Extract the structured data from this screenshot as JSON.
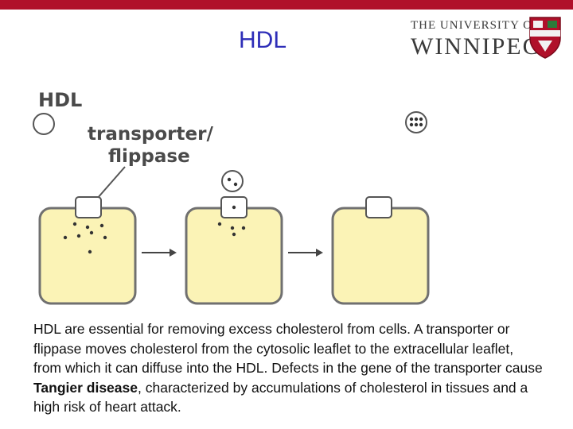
{
  "slide": {
    "title": "HDL"
  },
  "logo": {
    "line1": "The University of",
    "line2": "Winnipeg"
  },
  "diagram": {
    "hdl_label": "HDL",
    "transporter_label_line1": "transporter/",
    "transporter_label_line2": "flippase"
  },
  "caption": {
    "part1": "HDL are essential for removing excess cholesterol from cells. A transporter or flippase moves cholesterol from the cytosolic leaflet to the extracellular leaflet, from which it can diffuse into the HDL. Defects in the gene of the transporter cause ",
    "bold": "Tangier disease",
    "part2": ", characterized by accumulations of cholesterol in tissues and a high risk of heart attack."
  },
  "colors": {
    "accent_red": "#b0102a",
    "title_blue": "#2e2eb8",
    "cell_fill": "#fbf3b6",
    "cell_outline": "#707070"
  }
}
